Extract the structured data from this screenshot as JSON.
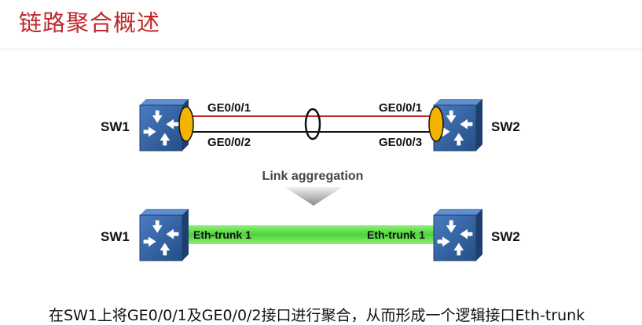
{
  "title": "链路聚合概述",
  "top": {
    "left_switch": "SW1",
    "right_switch": "SW2",
    "left_port_1": "GE0/0/1",
    "left_port_2": "GE0/0/2",
    "right_port_1": "GE0/0/1",
    "right_port_2": "GE0/0/3"
  },
  "arrow_label": "Link aggregation",
  "bottom": {
    "left_switch": "SW1",
    "right_switch": "SW2",
    "left_trunk": "Eth-trunk 1",
    "right_trunk": "Eth-trunk 1"
  },
  "caption": "在SW1上将GE0/0/1及GE0/0/2接口进行聚合，从而形成一个逻辑接口Eth-trunk",
  "colors": {
    "title": "#c0282d",
    "switch_face": "#2e5f9c",
    "oval": "#f2b400",
    "red_link": "#c0282d",
    "trunk": "#4ed23a"
  },
  "icons": [
    "switch-icon",
    "arrow-down-icon"
  ]
}
